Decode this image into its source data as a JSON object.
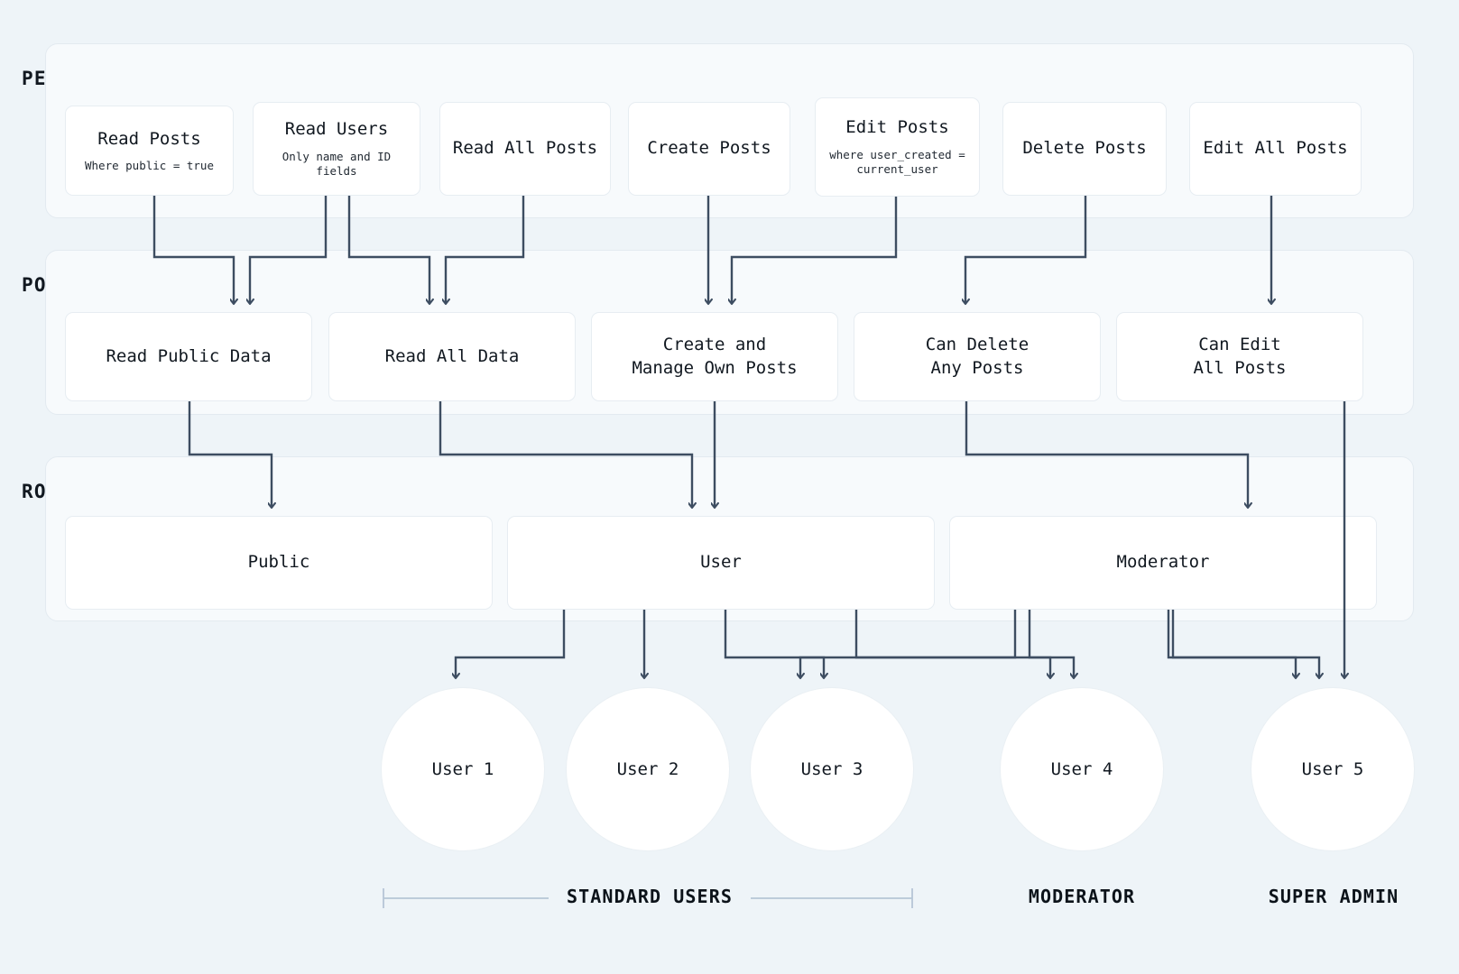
{
  "diagram": {
    "background_color": "#eef4f8",
    "panel_color": "#f7fafc",
    "node_color": "#ffffff",
    "connector_color": "#3d4d61",
    "bracket_color": "#b6c6d6"
  },
  "sections": [
    {
      "id": "permissions",
      "title": "PERMISSIONS"
    },
    {
      "id": "policies",
      "title": "POLICIES"
    },
    {
      "id": "roles",
      "title": "ROLES"
    }
  ],
  "permissions": [
    {
      "title": "Read Posts",
      "subtitle": "Where public = true"
    },
    {
      "title": "Read Users",
      "subtitle": "Only name and ID fields"
    },
    {
      "title": "Read All Posts",
      "subtitle": ""
    },
    {
      "title": "Create Posts",
      "subtitle": ""
    },
    {
      "title": "Edit Posts",
      "subtitle": "where user_created =\ncurrent_user"
    },
    {
      "title": "Delete Posts",
      "subtitle": ""
    },
    {
      "title": "Edit All Posts",
      "subtitle": ""
    }
  ],
  "policies": [
    {
      "title": "Read Public Data"
    },
    {
      "title": "Read All Data"
    },
    {
      "title": "Create and\nManage Own Posts"
    },
    {
      "title": "Can Delete\nAny Posts"
    },
    {
      "title": "Can Edit\nAll Posts"
    }
  ],
  "roles": [
    {
      "title": "Public"
    },
    {
      "title": "User"
    },
    {
      "title": "Moderator"
    }
  ],
  "users": [
    {
      "label": "User 1"
    },
    {
      "label": "User 2"
    },
    {
      "label": "User 3"
    },
    {
      "label": "User 4"
    },
    {
      "label": "User 5"
    }
  ],
  "group_labels": [
    {
      "label": "STANDARD USERS",
      "bracketed": true
    },
    {
      "label": "MODERATOR",
      "bracketed": false
    },
    {
      "label": "SUPER ADMIN",
      "bracketed": false
    }
  ],
  "edges": {
    "permissions_to_policies": [
      {
        "from": "Read Posts",
        "to": "Read Public Data"
      },
      {
        "from": "Read Users",
        "to": "Read Public Data"
      },
      {
        "from": "Read Users",
        "to": "Read All Data"
      },
      {
        "from": "Read All Posts",
        "to": "Read All Data"
      },
      {
        "from": "Create Posts",
        "to": "Create and Manage Own Posts"
      },
      {
        "from": "Edit Posts",
        "to": "Create and Manage Own Posts"
      },
      {
        "from": "Delete Posts",
        "to": "Can Delete Any Posts"
      },
      {
        "from": "Edit All Posts",
        "to": "Can Edit All Posts"
      }
    ],
    "policies_to_roles": [
      {
        "from": "Read Public Data",
        "to": "Public"
      },
      {
        "from": "Read All Data",
        "to": "User"
      },
      {
        "from": "Create and Manage Own Posts",
        "to": "User"
      },
      {
        "from": "Can Delete Any Posts",
        "to": "Moderator"
      }
    ],
    "policies_to_users": [
      {
        "from": "Can Edit All Posts",
        "to": "User 5"
      }
    ],
    "roles_to_users": [
      {
        "from": "Public",
        "to": "User 1"
      },
      {
        "from": "Public",
        "to": "User 2"
      },
      {
        "from": "Public",
        "to": "User 3"
      },
      {
        "from": "Public",
        "to": "User 4"
      },
      {
        "from": "User",
        "to": "User 3"
      },
      {
        "from": "User",
        "to": "User 4"
      },
      {
        "from": "Moderator",
        "to": "User 4"
      },
      {
        "from": "Moderator",
        "to": "User 5"
      }
    ]
  }
}
